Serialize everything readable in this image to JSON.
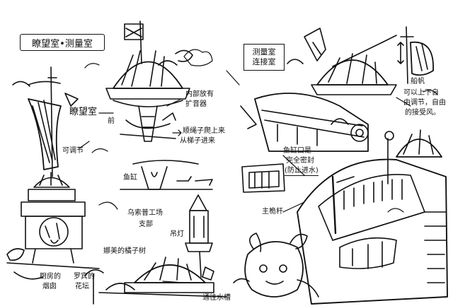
{
  "labels": {
    "lookout_banner": "瞭望室•测量室",
    "lookout_room": "瞭望室",
    "front": "前",
    "adjustable": "可调节",
    "speaker_inside_1": "内部放有",
    "speaker_inside_2": "扩音器",
    "ladder_down_1": "顺绳子爬上来",
    "ladder_down_2": "从梯子进来",
    "fish_tank": "鱼缸",
    "factory_1": "乌索普工场",
    "factory_2": "支部",
    "lantern": "吊灯",
    "orange_trees": "娜美的橘子树",
    "kitchen_chimney_1": "厨房的",
    "kitchen_chimney_2": "烟囱",
    "garden_1": "罗宾的",
    "garden_2": "花坛",
    "water_tank": "通往水槽",
    "survey_room_1": "测量室",
    "survey_room_2": "连接室",
    "sail_1": "船帆",
    "sail_2": "可以上下自",
    "sail_3": "由调节，自由",
    "sail_4": "的接受风。",
    "sealed_1": "鱼缸口是",
    "sealed_2": "完全密封",
    "sealed_3": "(防止进水)",
    "main_mast": "主桅杆"
  }
}
